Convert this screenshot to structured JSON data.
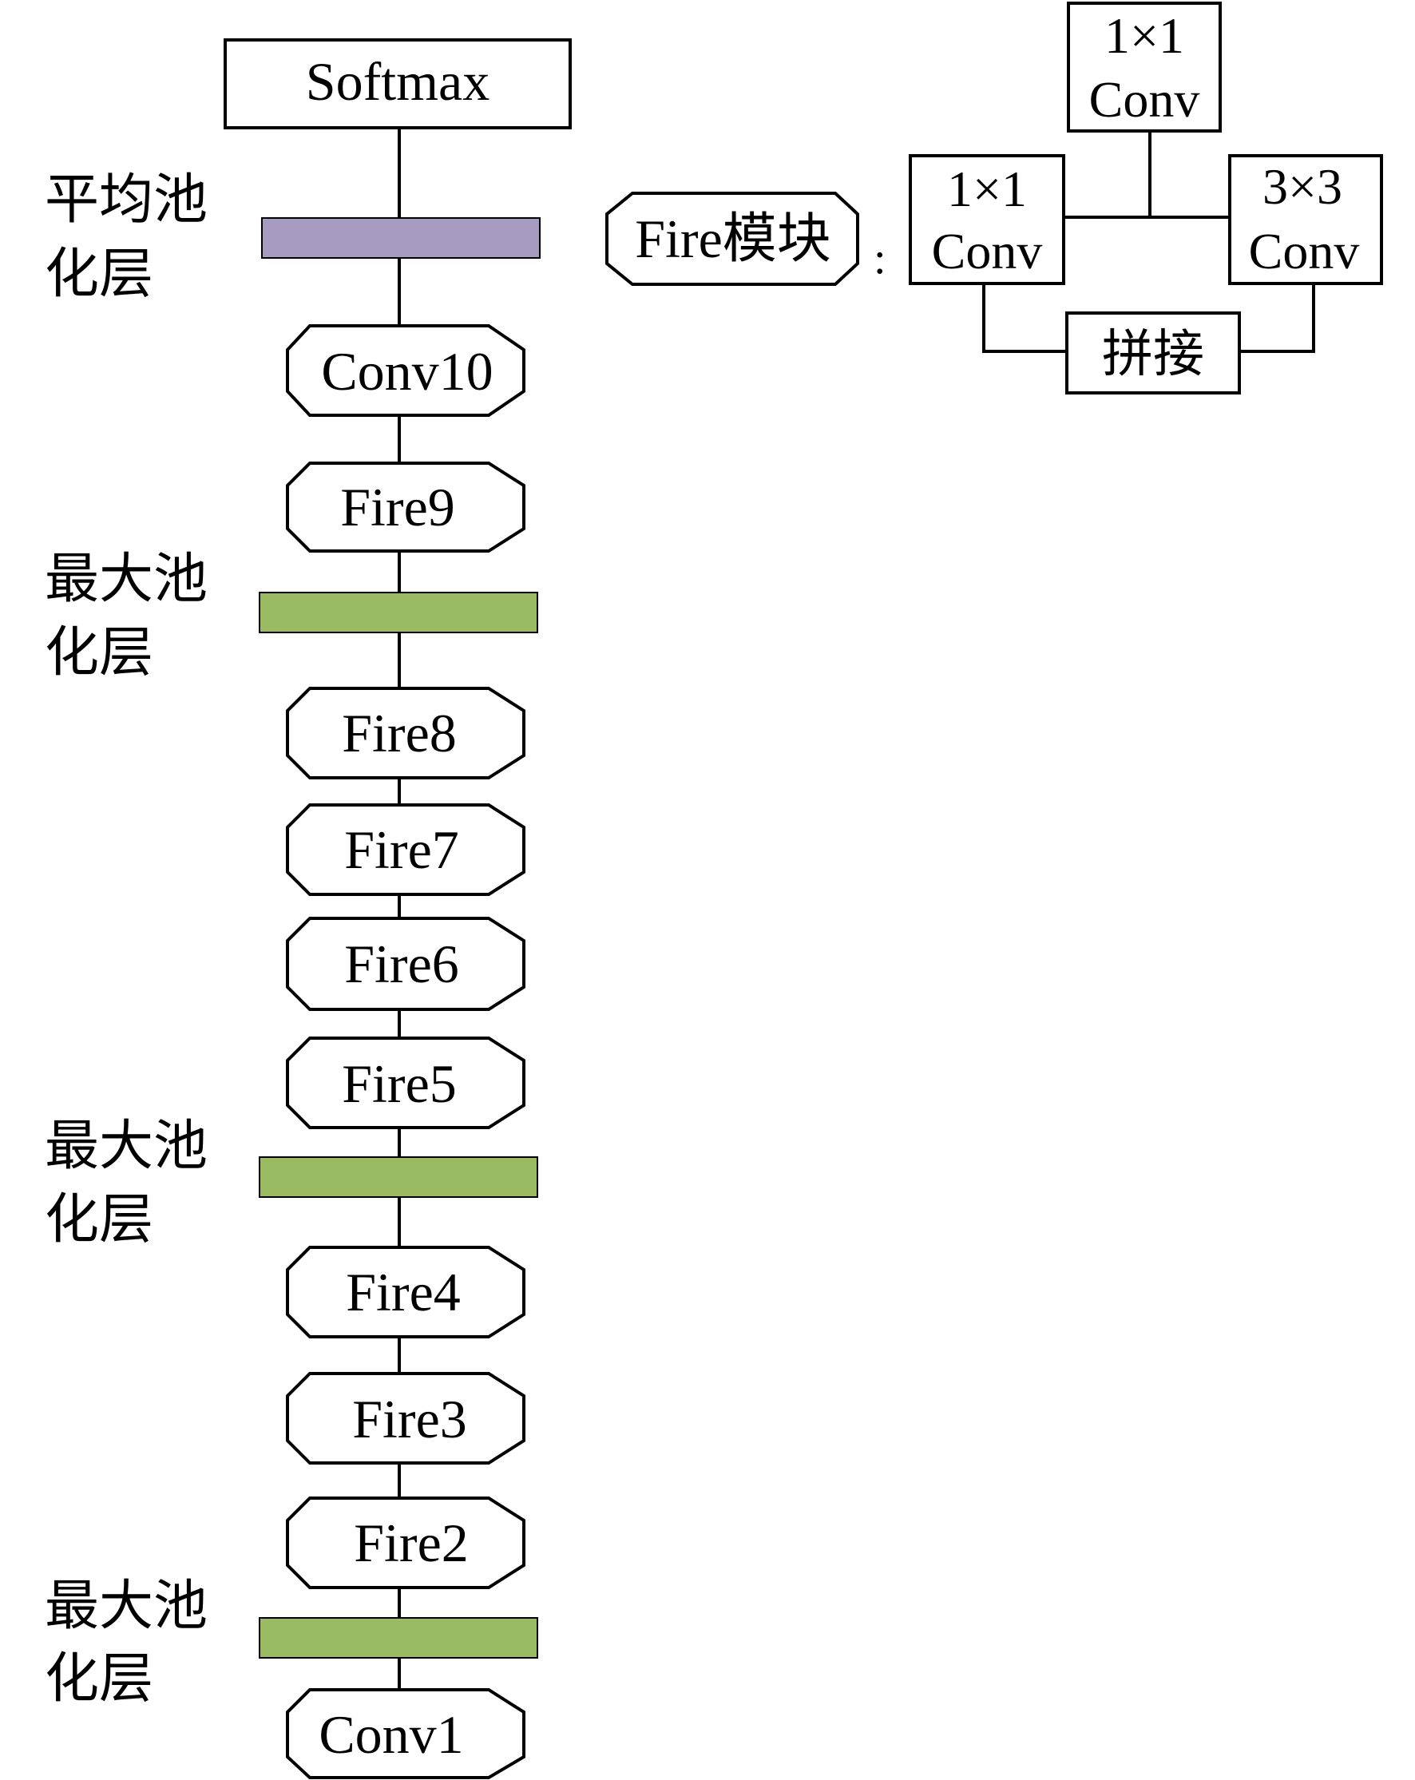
{
  "network": {
    "output": "Softmax",
    "layers": [
      {
        "id": "avgpool",
        "kind": "avg-pool-bar",
        "label_line1": "平均池",
        "label_line2": "化层"
      },
      {
        "id": "conv10",
        "kind": "module",
        "label": "Conv10"
      },
      {
        "id": "fire9",
        "kind": "module",
        "label": "Fire9"
      },
      {
        "id": "maxpool3",
        "kind": "max-pool-bar",
        "label_line1": "最大池",
        "label_line2": "化层"
      },
      {
        "id": "fire8",
        "kind": "module",
        "label": "Fire8"
      },
      {
        "id": "fire7",
        "kind": "module",
        "label": "Fire7"
      },
      {
        "id": "fire6",
        "kind": "module",
        "label": "Fire6"
      },
      {
        "id": "fire5",
        "kind": "module",
        "label": "Fire5"
      },
      {
        "id": "maxpool2",
        "kind": "max-pool-bar",
        "label_line1": "最大池",
        "label_line2": "化层"
      },
      {
        "id": "fire4",
        "kind": "module",
        "label": "Fire4"
      },
      {
        "id": "fire3",
        "kind": "module",
        "label": "Fire3"
      },
      {
        "id": "fire2",
        "kind": "module",
        "label": "Fire2"
      },
      {
        "id": "maxpool1",
        "kind": "max-pool-bar",
        "label_line1": "最大池",
        "label_line2": "化层"
      },
      {
        "id": "conv1",
        "kind": "module",
        "label": "Conv1"
      }
    ]
  },
  "fire_module": {
    "title": "Fire模块",
    "separator": ":",
    "squeeze": {
      "line1": "1×1",
      "line2": "Conv"
    },
    "expand_1x1": {
      "line1": "1×1",
      "line2": "Conv"
    },
    "expand_3x3": {
      "line1": "3×3",
      "line2": "Conv"
    },
    "concat": "拼接"
  },
  "colors": {
    "avg_pool_bar": "#a89bc2",
    "max_pool_bar": "#9bbb63",
    "stroke": "#000000",
    "background": "#ffffff"
  }
}
